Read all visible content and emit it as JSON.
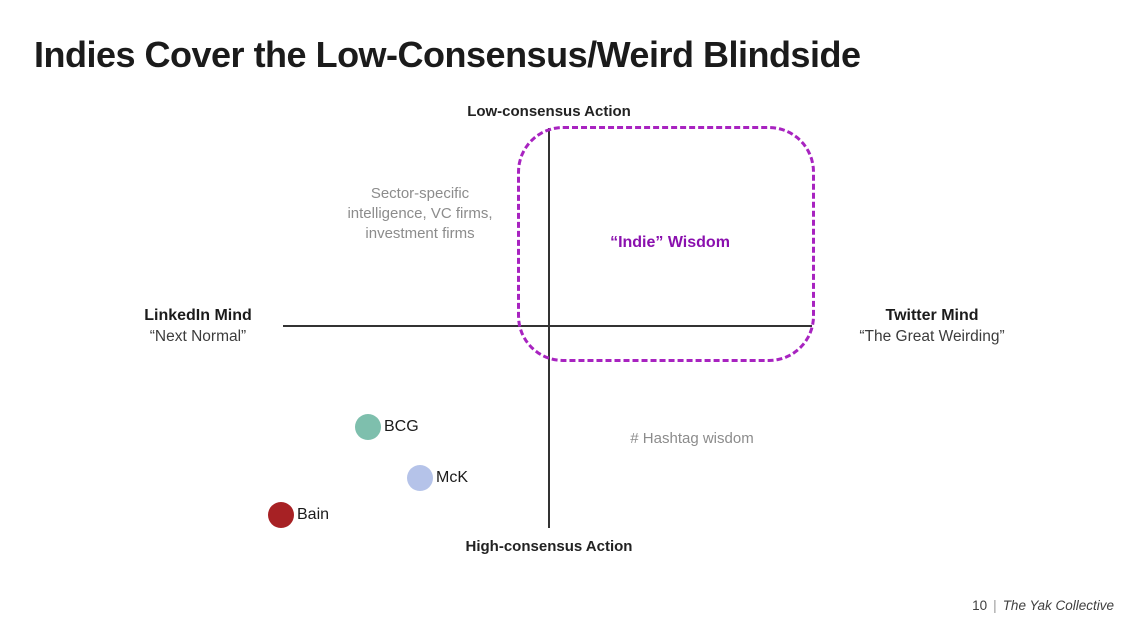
{
  "slide": {
    "title": "Indies Cover the Low-Consensus/Weird Blindside",
    "footer": {
      "page_number": "10",
      "separator": "|",
      "brand": "The Yak Collective"
    }
  },
  "diagram": {
    "type": "quadrant-chart",
    "axes": {
      "top_label": "Low-consensus Action",
      "bottom_label": "High-consensus Action",
      "left": {
        "title": "LinkedIn Mind",
        "subtitle": "“Next Normal”"
      },
      "right": {
        "title": "Twitter Mind",
        "subtitle": "“The Great Weirding”"
      }
    },
    "quadrant_notes": {
      "top_left": "Sector-specific intelligence, VC firms, investment firms",
      "top_right_highlight": "“Indie” Wisdom",
      "bottom_right": "# Hashtag wisdom"
    },
    "highlight_region": {
      "label": "“Indie” Wisdom",
      "style": "dashed rounded rectangle",
      "color": "#a823c0",
      "quadrant": "top-right"
    },
    "dots": [
      {
        "label": "BCG",
        "color": "#7ebfad",
        "quadrant": "bottom-left"
      },
      {
        "label": "McK",
        "color": "#b5c3e9",
        "quadrant": "bottom-left"
      },
      {
        "label": "Bain",
        "color": "#a72124",
        "quadrant": "bottom-left"
      }
    ]
  },
  "colors": {
    "titleColor": "#1b1b1b",
    "axisColor": "#333333",
    "grayText": "#8c8c8c",
    "dashPurple": "#a823c0",
    "indiePurple": "#8a10ae",
    "footerText": "#404040"
  }
}
